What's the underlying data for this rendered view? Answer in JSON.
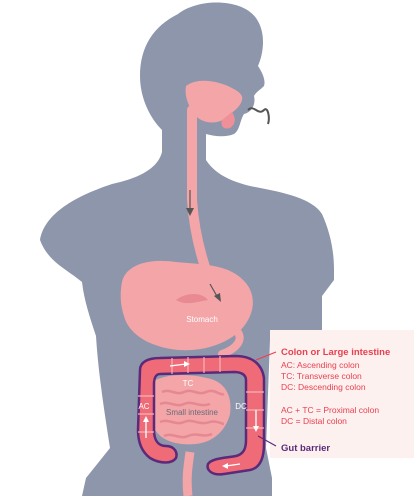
{
  "labels": {
    "stomach": "Stomach",
    "small_intestine": "Small intestine",
    "tc": "TC",
    "ac": "AC",
    "dc": "DC"
  },
  "legend": {
    "title": "Colon or Large intestine",
    "lines": [
      "AC: Ascending colon",
      "TC: Transverse colon",
      "DC: Descending colon"
    ],
    "lines2": [
      "AC + TC = Proximal colon",
      "DC = Distal colon"
    ]
  },
  "gut_barrier": "Gut barrier",
  "colors": {
    "silhouette": "#8e96ab",
    "organ": "#f3a5a8",
    "colon_outer": "#ef6b77",
    "gut_barrier": "#5b2a7a",
    "legend_text": "#e8404f",
    "legend_bg": "#fdf1f0"
  }
}
